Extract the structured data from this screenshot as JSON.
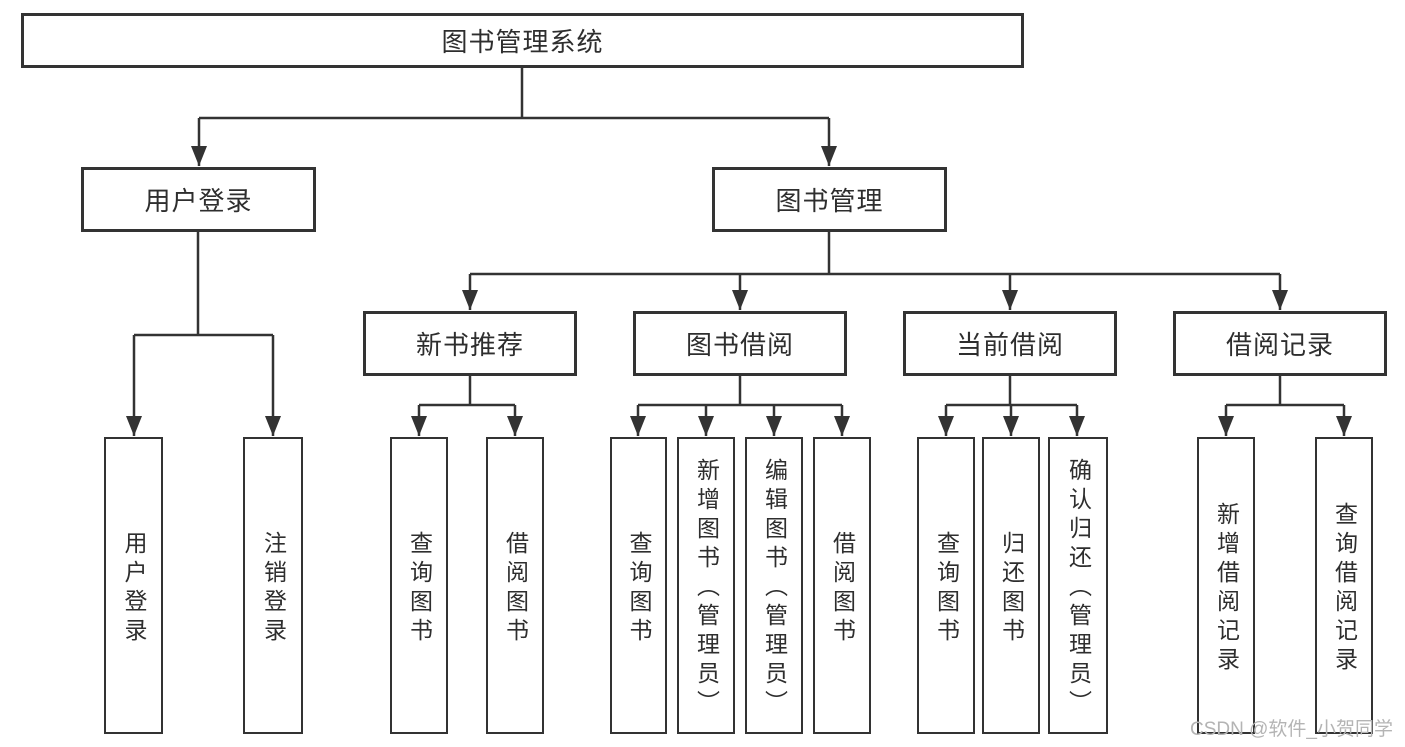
{
  "diagram": {
    "root": {
      "label": "图书管理系统"
    },
    "branches": [
      {
        "label": "用户登录",
        "children": [
          {
            "label": "用户登录"
          },
          {
            "label": "注销登录"
          }
        ]
      },
      {
        "label": "图书管理",
        "children": [
          {
            "label": "新书推荐",
            "children": [
              {
                "label": "查询图书"
              },
              {
                "label": "借阅图书"
              }
            ]
          },
          {
            "label": "图书借阅",
            "children": [
              {
                "label": "查询图书"
              },
              {
                "label": "新增图书（管理员）"
              },
              {
                "label": "编辑图书（管理员）"
              },
              {
                "label": "借阅图书"
              }
            ]
          },
          {
            "label": "当前借阅",
            "children": [
              {
                "label": "查询图书"
              },
              {
                "label": "归还图书"
              },
              {
                "label": "确认归还（管理员）"
              }
            ]
          },
          {
            "label": "借阅记录",
            "children": [
              {
                "label": "新增借阅记录"
              },
              {
                "label": "查询借阅记录"
              }
            ]
          }
        ]
      }
    ]
  },
  "watermark": {
    "text": "CSDN @软件_小贺同学"
  },
  "colors": {
    "line": "#333333",
    "text": "#2e2e2e",
    "watermark": "#b4b4b4",
    "background": "#ffffff"
  }
}
